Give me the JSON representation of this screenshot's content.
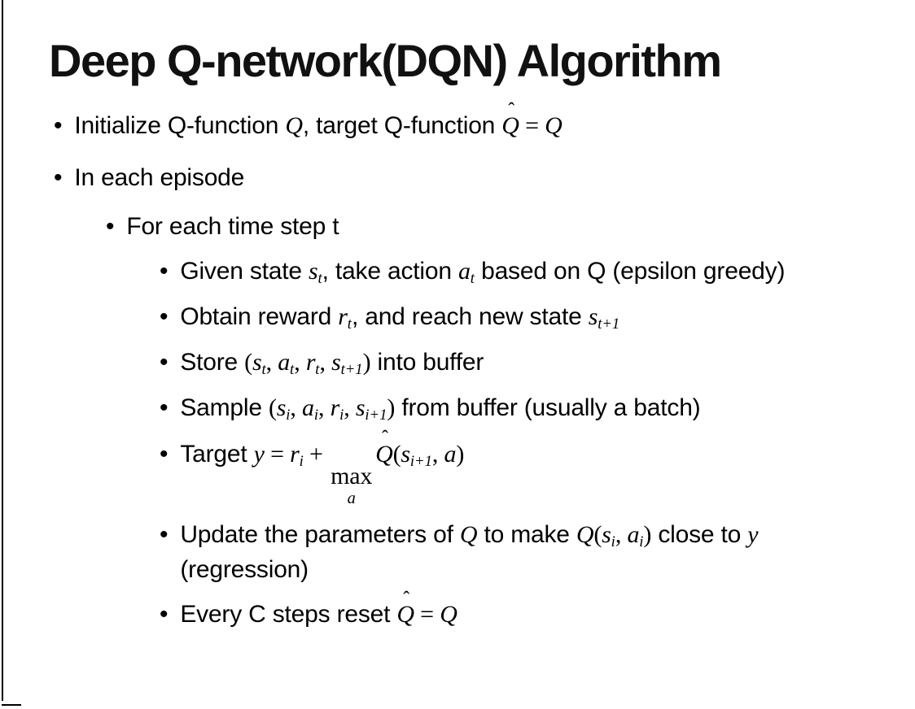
{
  "title": "Deep Q-network(DQN) Algorithm",
  "colors": {
    "background": "#ffffff",
    "text": "#000000",
    "frame": "#000000"
  },
  "bullets": [
    {
      "level": 1,
      "segments": [
        {
          "type": "text",
          "text": "Initialize Q-function "
        },
        {
          "type": "math",
          "text": "Q"
        },
        {
          "type": "text",
          "text": ", target Q-function "
        },
        {
          "type": "mathhat",
          "text": "Q"
        },
        {
          "type": "mathup",
          "text": " = "
        },
        {
          "type": "math",
          "text": "Q"
        }
      ]
    },
    {
      "level": 1,
      "segments": [
        {
          "type": "text",
          "text": "In each episode"
        }
      ]
    },
    {
      "level": 2,
      "segments": [
        {
          "type": "text",
          "text": "For each time step t"
        }
      ]
    },
    {
      "level": 3,
      "segments": [
        {
          "type": "text",
          "text": "Given state "
        },
        {
          "type": "mathsub",
          "base": "s",
          "sub": "t"
        },
        {
          "type": "text",
          "text": ", take action "
        },
        {
          "type": "mathsub",
          "base": "a",
          "sub": "t"
        },
        {
          "type": "text",
          "text": " based on Q (epsilon greedy)"
        }
      ]
    },
    {
      "level": 3,
      "segments": [
        {
          "type": "text",
          "text": "Obtain reward "
        },
        {
          "type": "mathsub",
          "base": "r",
          "sub": "t"
        },
        {
          "type": "text",
          "text": ", and reach new state "
        },
        {
          "type": "mathsub",
          "base": "s",
          "sub": "t+1"
        }
      ]
    },
    {
      "level": 3,
      "segments": [
        {
          "type": "text",
          "text": "Store "
        },
        {
          "type": "mathup",
          "text": "("
        },
        {
          "type": "mathsub",
          "base": "s",
          "sub": "t"
        },
        {
          "type": "mathup",
          "text": ", "
        },
        {
          "type": "mathsub",
          "base": "a",
          "sub": "t"
        },
        {
          "type": "mathup",
          "text": ", "
        },
        {
          "type": "mathsub",
          "base": "r",
          "sub": "t"
        },
        {
          "type": "mathup",
          "text": ", "
        },
        {
          "type": "mathsub",
          "base": "s",
          "sub": "t+1"
        },
        {
          "type": "mathup",
          "text": ")"
        },
        {
          "type": "text",
          "text": " into buffer"
        }
      ]
    },
    {
      "level": 3,
      "segments": [
        {
          "type": "text",
          "text": "Sample "
        },
        {
          "type": "mathup",
          "text": "("
        },
        {
          "type": "mathsub",
          "base": "s",
          "sub": "i"
        },
        {
          "type": "mathup",
          "text": ", "
        },
        {
          "type": "mathsub",
          "base": "a",
          "sub": "i"
        },
        {
          "type": "mathup",
          "text": ", "
        },
        {
          "type": "mathsub",
          "base": "r",
          "sub": "i"
        },
        {
          "type": "mathup",
          "text": ", "
        },
        {
          "type": "mathsub",
          "base": "s",
          "sub": "i+1"
        },
        {
          "type": "mathup",
          "text": ")"
        },
        {
          "type": "text",
          "text": " from buffer (usually a batch)"
        }
      ]
    },
    {
      "level": 3,
      "segments": [
        {
          "type": "text",
          "text": "Target "
        },
        {
          "type": "math",
          "text": "y"
        },
        {
          "type": "mathup",
          "text": " = "
        },
        {
          "type": "mathsub",
          "base": "r",
          "sub": "i"
        },
        {
          "type": "mathup",
          "text": " + "
        },
        {
          "type": "maxop",
          "op": "max",
          "under": "a"
        },
        {
          "type": "mathhat",
          "text": "Q"
        },
        {
          "type": "mathup",
          "text": "("
        },
        {
          "type": "mathsub",
          "base": "s",
          "sub": "i+1"
        },
        {
          "type": "mathup",
          "text": ", "
        },
        {
          "type": "math",
          "text": "a"
        },
        {
          "type": "mathup",
          "text": ")"
        }
      ]
    },
    {
      "level": 3,
      "segments": [
        {
          "type": "text",
          "text": "Update the parameters of "
        },
        {
          "type": "math",
          "text": "Q"
        },
        {
          "type": "text",
          "text": " to make "
        },
        {
          "type": "math",
          "text": "Q"
        },
        {
          "type": "mathup",
          "text": "("
        },
        {
          "type": "mathsub",
          "base": "s",
          "sub": "i"
        },
        {
          "type": "mathup",
          "text": ", "
        },
        {
          "type": "mathsub",
          "base": "a",
          "sub": "i"
        },
        {
          "type": "mathup",
          "text": ")"
        },
        {
          "type": "text",
          "text": " close to "
        },
        {
          "type": "math",
          "text": "y"
        },
        {
          "type": "text",
          "text": " (regression)"
        }
      ]
    },
    {
      "level": 3,
      "segments": [
        {
          "type": "text",
          "text": "Every C steps reset "
        },
        {
          "type": "mathhat",
          "text": "Q"
        },
        {
          "type": "mathup",
          "text": " = "
        },
        {
          "type": "math",
          "text": "Q"
        }
      ]
    }
  ],
  "bullet_marker": "•"
}
